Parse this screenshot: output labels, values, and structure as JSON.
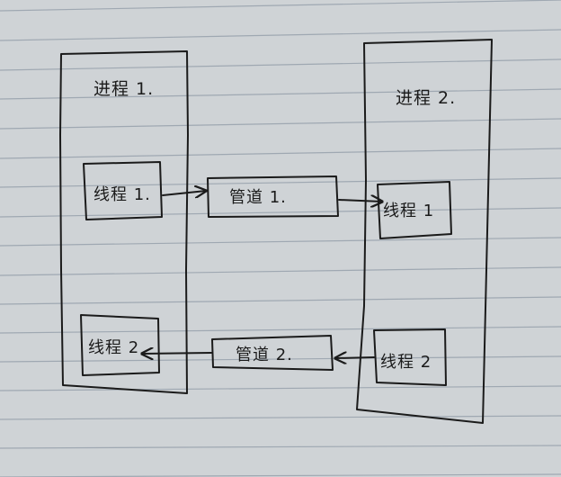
{
  "process_1": {
    "label": "进程 1."
  },
  "process_2": {
    "label": "进程 2."
  },
  "thread_1_in_process_1": {
    "label": "线程 1."
  },
  "thread_2_in_process_1": {
    "label": "线程 2"
  },
  "thread_1_in_process_2": {
    "label": "线程 1"
  },
  "thread_2_in_process_2": {
    "label": "线程 2"
  },
  "pipe_1": {
    "label": "管道 1."
  },
  "pipe_2": {
    "label": "管道 2."
  },
  "colors": {
    "ink": "#1b1b1b",
    "paper": "#cfd3d6",
    "ruled_line": "#8f9aa6"
  }
}
